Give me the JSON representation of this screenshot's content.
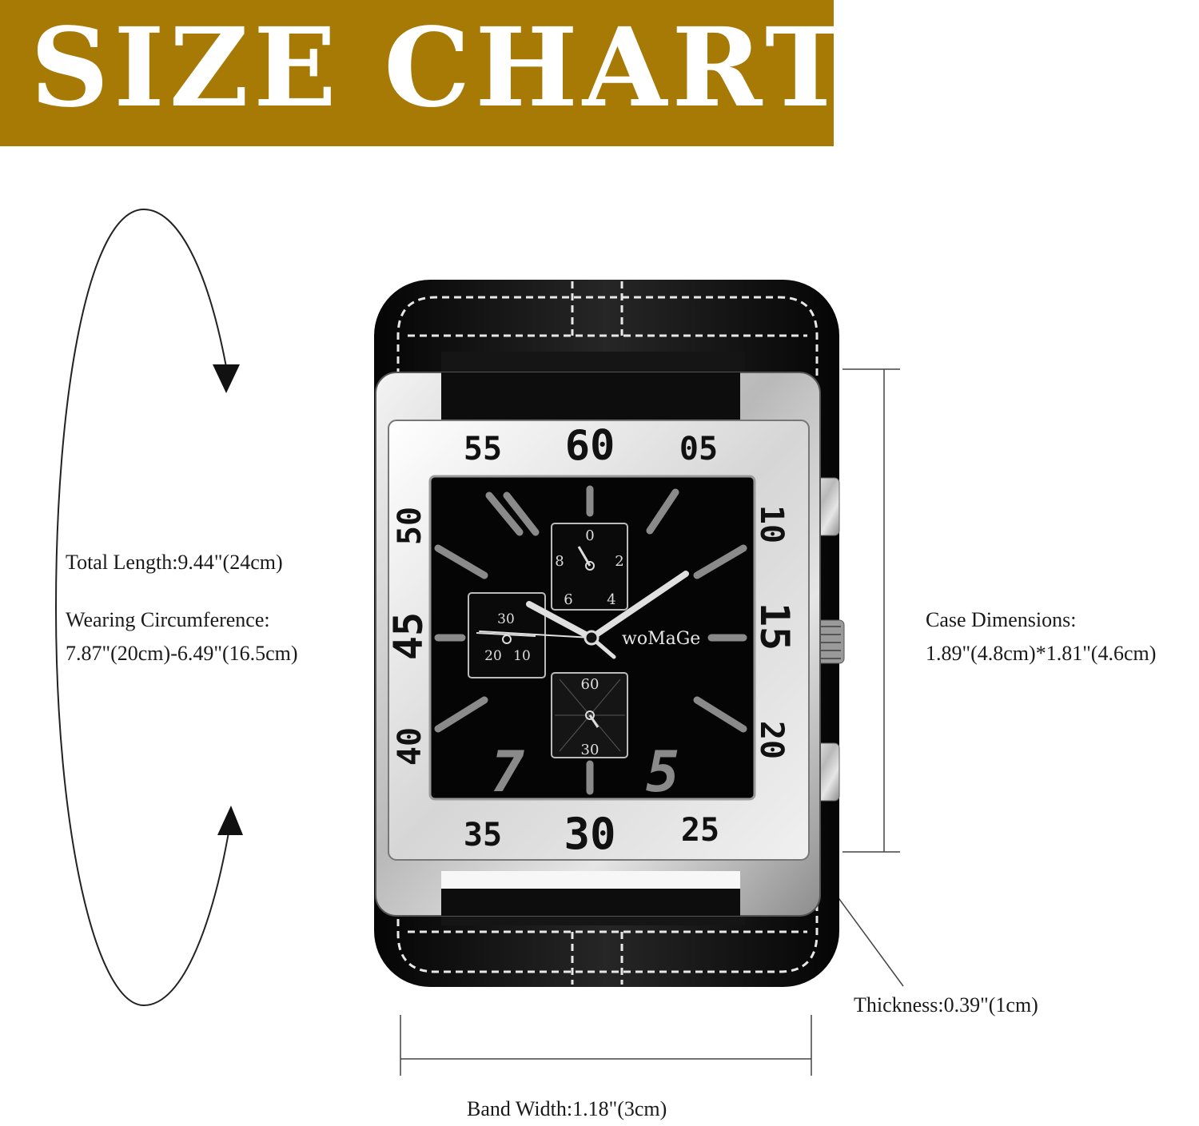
{
  "banner": {
    "title": "SIZE CHART"
  },
  "specs": {
    "total_length": "Total Length:9.44\"(24cm)",
    "wearing_label": "Wearing Circumference:",
    "wearing_value": "7.87\"(20cm)-6.49\"(16.5cm)",
    "case_label": "Case Dimensions:",
    "case_value": "1.89\"(4.8cm)*1.81\"(4.6cm)",
    "thickness": "Thickness:0.39\"(1cm)",
    "band_width": "Band Width:1.18\"(3cm)"
  },
  "watch": {
    "brand": "woMaGe",
    "bezel": {
      "top": [
        "55",
        "60",
        "05"
      ],
      "right": [
        "10",
        "15",
        "20"
      ],
      "bottom": [
        "35",
        "30",
        "25"
      ],
      "left": [
        "50",
        "45",
        "40"
      ]
    },
    "dial_numerals": [
      "7",
      "5"
    ],
    "subdial_top": [
      "0",
      "2",
      "4",
      "6",
      "8"
    ],
    "subdial_left": [
      "30",
      "20",
      "10"
    ],
    "subdial_bottom": [
      "60",
      "30"
    ]
  },
  "colors": {
    "banner": "#a67a05",
    "strap": "#111111",
    "stitch": "#e8e8e8",
    "case": "#c8c8c8"
  }
}
